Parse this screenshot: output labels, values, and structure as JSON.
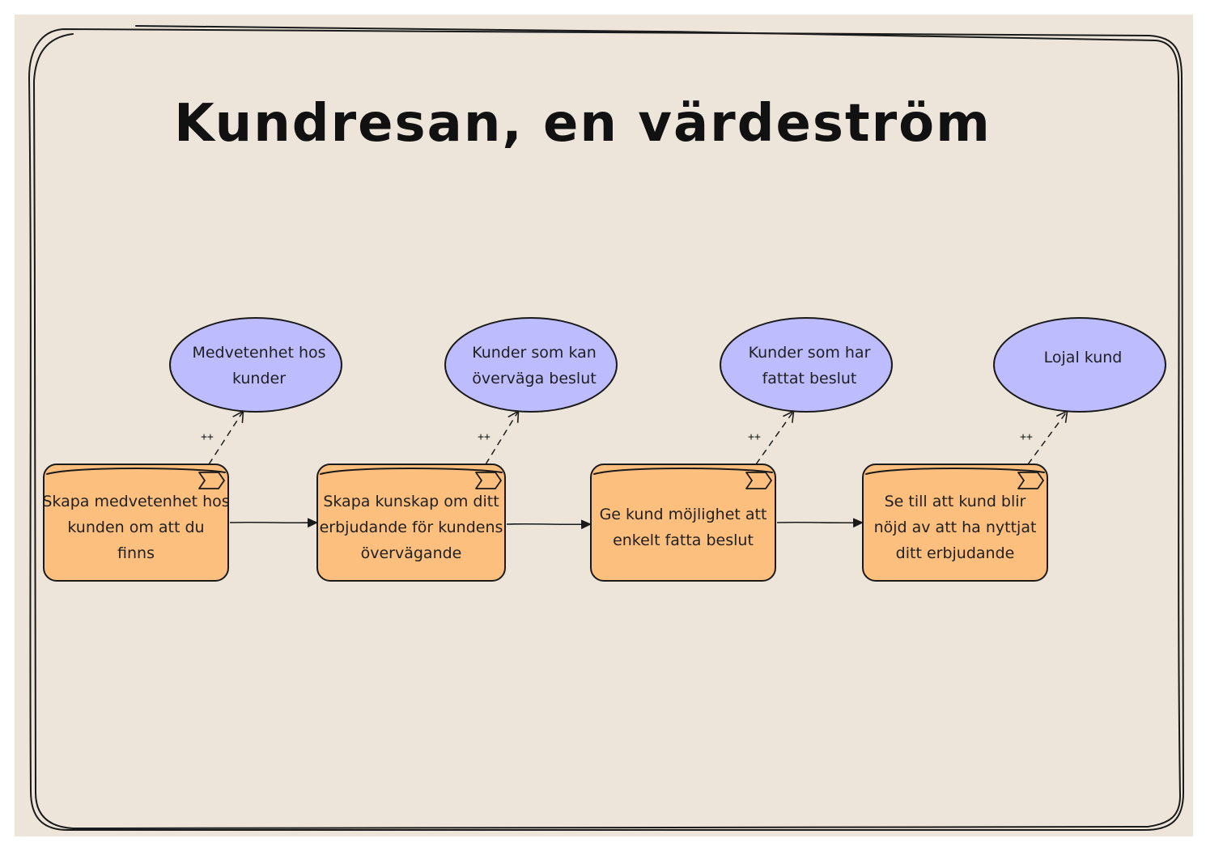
{
  "title": "Kundresan, en värdeström",
  "colors": {
    "background": "#ede5d9",
    "outer": "#ffffff",
    "stage_fill": "#fdbf7e",
    "outcome_fill": "#bcbcff",
    "stroke": "#1a1a1a"
  },
  "stages": [
    {
      "lines": [
        "Skapa medvetenhet hos",
        "kunden om att du",
        "finns"
      ],
      "icon": "value-stream-icon"
    },
    {
      "lines": [
        "Skapa kunskap om ditt",
        "erbjudande för kundens",
        "övervägande"
      ],
      "icon": "value-stream-icon"
    },
    {
      "lines": [
        "Ge kund möjlighet att",
        "enkelt fatta beslut"
      ],
      "icon": "value-stream-icon"
    },
    {
      "lines": [
        "Se till att kund blir",
        "nöjd av att ha nyttjat",
        "ditt erbjudande"
      ],
      "icon": "value-stream-icon"
    }
  ],
  "outcomes": [
    {
      "lines": [
        "Medvetenhet hos",
        "kunder"
      ]
    },
    {
      "lines": [
        "Kunder som kan",
        "överväga beslut"
      ]
    },
    {
      "lines": [
        "Kunder som har",
        "fattat beslut"
      ]
    },
    {
      "lines": [
        "Lojal kund"
      ]
    }
  ],
  "influence_label": "++"
}
